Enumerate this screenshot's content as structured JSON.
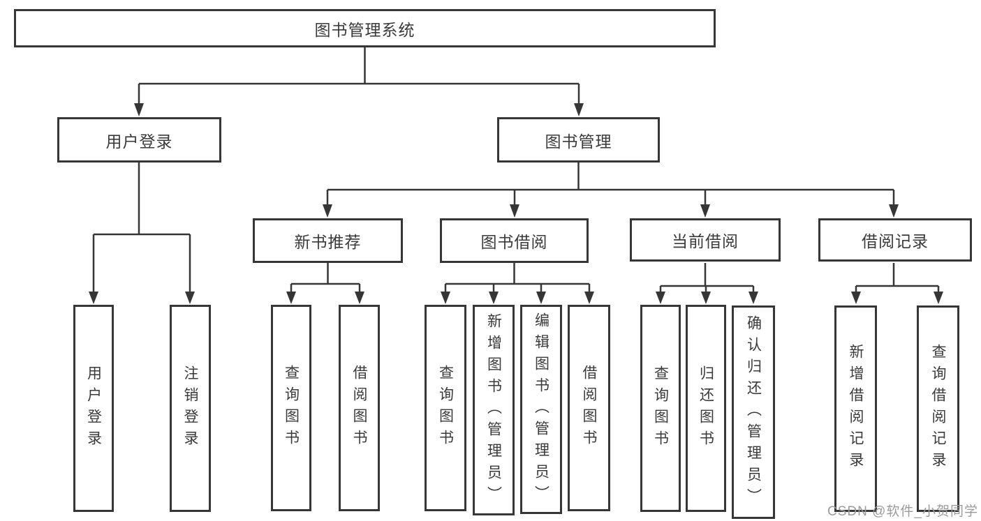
{
  "nodes": {
    "root": "图书管理系统",
    "userLogin": "用户登录",
    "bookMgmt": "图书管理",
    "login": "用户登录",
    "logout": "注销登录",
    "newBookRec": "新书推荐",
    "bookBorrow": "图书借阅",
    "currentBorrow": "当前借阅",
    "borrowRecord": "借阅记录",
    "nbQuery": "查询图书",
    "nbBorrow": "借阅图书",
    "bbQuery": "查询图书",
    "bbAdd": "新增图书（管理员）",
    "bbEdit": "编辑图书（管理员）",
    "bbBorrow": "借阅图书",
    "cbQuery": "查询图书",
    "cbReturn": "归还图书",
    "cbConfirm": "确认归还（管理员）",
    "brAdd": "新增借阅记录",
    "brQuery": "查询借阅记录"
  },
  "hierarchy": {
    "图书管理系统": {
      "用户登录": [
        "用户登录",
        "注销登录"
      ],
      "图书管理": {
        "新书推荐": [
          "查询图书",
          "借阅图书"
        ],
        "图书借阅": [
          "查询图书",
          "新增图书（管理员）",
          "编辑图书（管理员）",
          "借阅图书"
        ],
        "当前借阅": [
          "查询图书",
          "归还图书",
          "确认归还（管理员）"
        ],
        "借阅记录": [
          "新增借阅记录",
          "查询借阅记录"
        ]
      }
    }
  },
  "watermark": "CSDN @软件_小贺同学",
  "colors": {
    "line": "#363636",
    "text": "#3a3a3a",
    "watermark": "#9b9b9b",
    "background": "#ffffff"
  }
}
